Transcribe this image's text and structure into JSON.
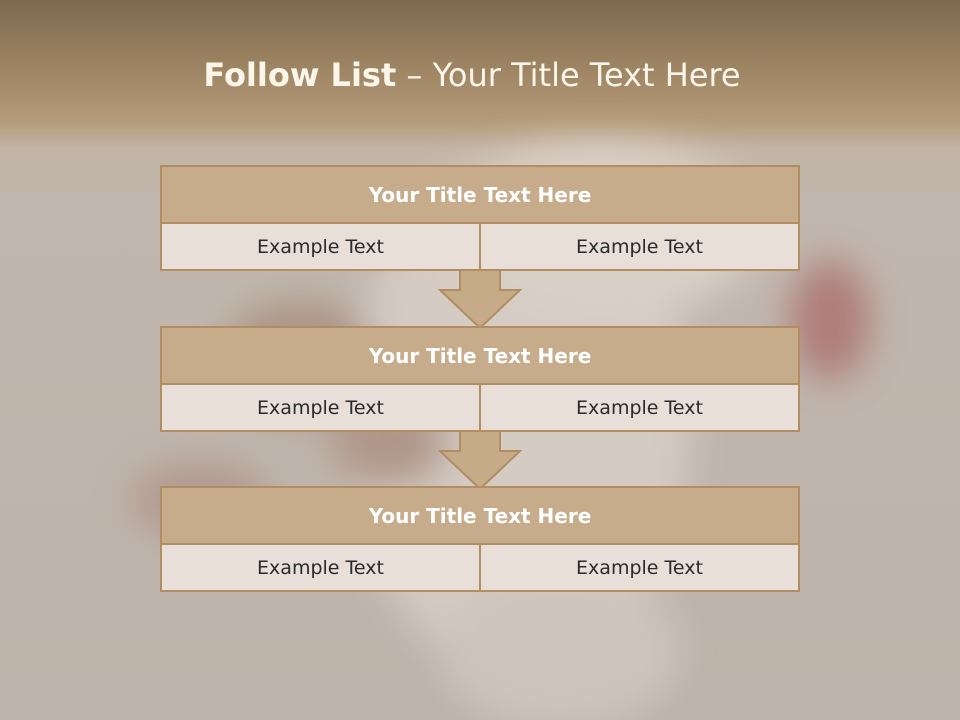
{
  "title": {
    "bold": "Follow List",
    "rest": " – Your Title Text Here"
  },
  "blocks": [
    {
      "title": "Your Title Text Here",
      "left": "Example Text",
      "right": "Example Text"
    },
    {
      "title": "Your Title Text Here",
      "left": "Example Text",
      "right": "Example Text"
    },
    {
      "title": "Your Title Text Here",
      "left": "Example Text",
      "right": "Example Text"
    }
  ],
  "colors": {
    "header_fill": "#c7ac8b",
    "border": "#b08e61",
    "cell_fill": "#e8dfd8",
    "arrow_fill": "#c6ab88"
  }
}
